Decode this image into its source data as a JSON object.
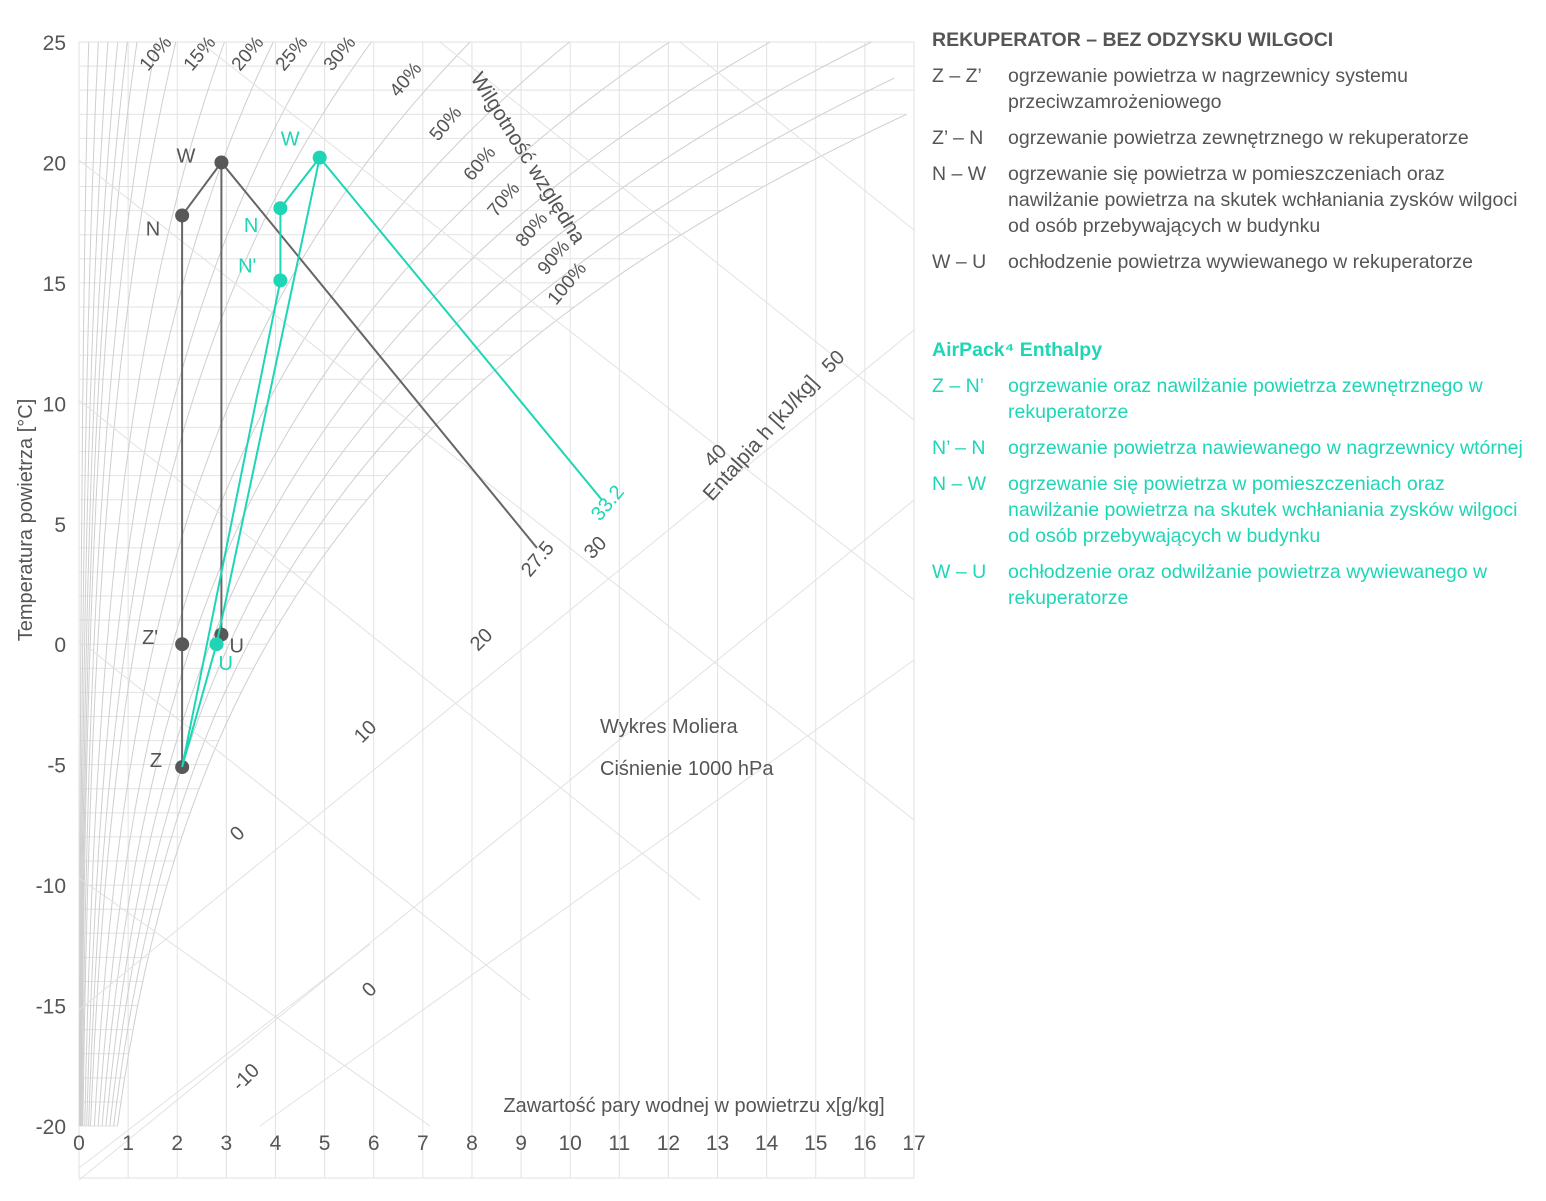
{
  "colors": {
    "grid": "#e2e2e2",
    "curve": "#cfcfcf",
    "line_gray": "#666666",
    "point_gray": "#585858",
    "accent": "#1ed6b5",
    "text": "#555555"
  },
  "chart_data": {
    "type": "psychrometric (Mollier) diagram",
    "title": "Wykres Moliera",
    "subtitle": "Ciśnienie 1000 hPa",
    "xlabel": "Zawartość pary wodnej w powietrzu x[g/kg]",
    "ylabel": "Temperatura powietrza [°C]",
    "xlim": [
      0,
      17
    ],
    "ylim": [
      -20,
      25
    ],
    "x_ticks": [
      "0",
      "1",
      "2",
      "3",
      "4",
      "5",
      "6",
      "7",
      "8",
      "9",
      "10",
      "11",
      "12",
      "13",
      "14",
      "15",
      "16",
      "17"
    ],
    "y_ticks": [
      "25",
      "20",
      "15",
      "10",
      "5",
      "0",
      "-5",
      "-10",
      "-15",
      "-20"
    ],
    "rh_label": "Wilgotność względna",
    "rh_curves": [
      "10%",
      "15%",
      "20%",
      "25%",
      "30%",
      "40%",
      "50%",
      "60%",
      "70%",
      "80%",
      "90%",
      "100%"
    ],
    "enthalpy_label": "Entalpia h [kJ/kg]",
    "enthalpy_ticks": [
      "-10",
      "0",
      "0",
      "10",
      "20",
      "30",
      "40",
      "50"
    ],
    "enthalpy_marks": [
      "27.5",
      "33.2"
    ],
    "series": [
      {
        "name": "REKUPERATOR – BEZ ODZYSKU WILGOCI",
        "points": [
          {
            "label": "Z",
            "x": 2.1,
            "t": -5.1
          },
          {
            "label": "Z'",
            "x": 2.1,
            "t": 0.0
          },
          {
            "label": "N",
            "x": 2.1,
            "t": 17.8
          },
          {
            "label": "W",
            "x": 2.9,
            "t": 20.0
          },
          {
            "label": "U",
            "x": 2.9,
            "t": 0.4
          }
        ],
        "path": [
          "Z",
          "Z'",
          "N",
          "W",
          "U"
        ],
        "enthalpy_line": {
          "from": "W",
          "to_label": "27.5"
        }
      },
      {
        "name": "AirPack⁴ Enthalpy",
        "points": [
          {
            "label": "Z",
            "x": 2.1,
            "t": -5.1
          },
          {
            "label": "N'",
            "x": 4.1,
            "t": 15.1
          },
          {
            "label": "N",
            "x": 4.1,
            "t": 18.1
          },
          {
            "label": "W",
            "x": 4.9,
            "t": 20.2
          },
          {
            "label": "U",
            "x": 2.8,
            "t": 0.0
          }
        ],
        "path": [
          "Z",
          "N'",
          "N",
          "W",
          "U",
          "Z"
        ],
        "enthalpy_line": {
          "from": "W",
          "to_label": "33.2"
        }
      }
    ]
  },
  "legend_rekuperator": {
    "title": "REKUPERATOR – BEZ ODZYSKU WILGOCI",
    "items": [
      {
        "code": "Z – Z’",
        "text": "ogrzewanie powietrza w nagrzewnicy systemu przeciwzamrożeniowego"
      },
      {
        "code": "Z’ – N",
        "text": "ogrzewanie powietrza zewnętrznego w rekuperatorze"
      },
      {
        "code": "N – W",
        "text": "ogrzewanie się powietrza w pomieszczeniach oraz nawilżanie powietrza na skutek wchłaniania zysków wilgoci od osób przebywających w budynku"
      },
      {
        "code": "W – U",
        "text": "ochłodzenie powietrza wywiewanego w rekuperatorze"
      }
    ]
  },
  "legend_airpack": {
    "title": "AirPack⁴ Enthalpy",
    "items": [
      {
        "code": "Z – N’",
        "text": "ogrzewanie oraz nawilżanie  powietrza zewnętrznego w rekuperatorze"
      },
      {
        "code": "N’ – N",
        "text": "ogrzewanie powietrza nawiewanego w nagrzewnicy wtórnej"
      },
      {
        "code": "N – W",
        "text": "ogrzewanie się powietrza w pomieszczeniach oraz nawilżanie powietrza na skutek wchłaniania zysków wilgoci od osób przebywających w budynku"
      },
      {
        "code": "W – U",
        "text": "ochłodzenie oraz odwilżanie powietrza wywiewanego w rekuperatorze"
      }
    ]
  }
}
